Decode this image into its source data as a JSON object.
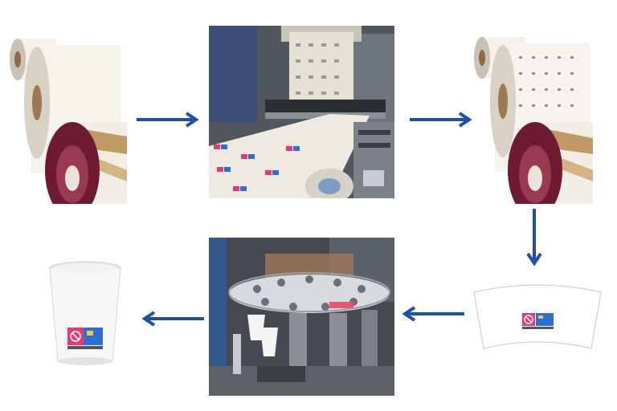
{
  "colors": {
    "arrow": "#1f4fa8",
    "paper": "#f2efe8",
    "kraft": "#b98a4e",
    "roll_core": "#7a1f35",
    "machine_gray": "#9aa0a6",
    "machine_dark": "#3a3f45",
    "label_pink": "#e23b78",
    "label_blue": "#2c6fd1",
    "machine_red_light": "#e84a5f"
  },
  "steps": [
    {
      "id": "raw-paper-rolls",
      "icon": "paper-roll-icon"
    },
    {
      "id": "printing-machine",
      "icon": "printing-press-icon"
    },
    {
      "id": "printed-paper-rolls",
      "icon": "printed-roll-icon"
    },
    {
      "id": "die-cut-cup-blank",
      "icon": "cup-fan-blank-icon"
    },
    {
      "id": "cup-forming-machine",
      "icon": "cup-forming-machine-icon"
    },
    {
      "id": "finished-paper-cup",
      "icon": "paper-cup-icon"
    }
  ],
  "arrows": [
    {
      "from": "raw-paper-rolls",
      "to": "printing-machine",
      "direction": "right"
    },
    {
      "from": "printing-machine",
      "to": "printed-paper-rolls",
      "direction": "right"
    },
    {
      "from": "printed-paper-rolls",
      "to": "die-cut-cup-blank",
      "direction": "down"
    },
    {
      "from": "die-cut-cup-blank",
      "to": "cup-forming-machine",
      "direction": "left"
    },
    {
      "from": "cup-forming-machine",
      "to": "finished-paper-cup",
      "direction": "left"
    }
  ]
}
